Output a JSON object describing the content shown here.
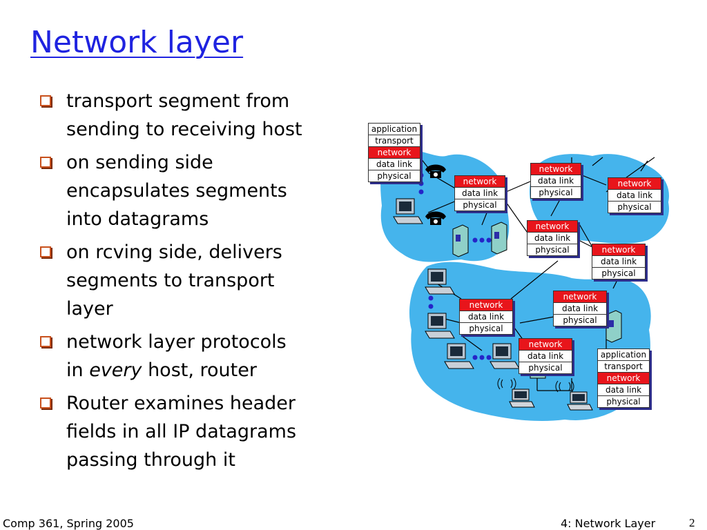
{
  "slide": {
    "title": "Network layer",
    "bullets": [
      {
        "lines": [
          "transport segment from",
          "sending to receiving host"
        ]
      },
      {
        "lines": [
          "on sending side",
          "encapsulates segments",
          "into datagrams"
        ]
      },
      {
        "lines": [
          "on rcving side, delivers",
          "segments to transport",
          "layer"
        ]
      },
      {
        "lines_rich": [
          [
            "network layer protocols"
          ],
          [
            "in ",
            {
              "em": "every"
            },
            " host, router"
          ]
        ]
      },
      {
        "lines": [
          "Router examines header",
          "fields in all IP datagrams",
          "passing through it"
        ]
      }
    ]
  },
  "diagram": {
    "source_host_stack": [
      "application",
      "transport",
      "network",
      "data link",
      "physical"
    ],
    "dest_host_stack": [
      "application",
      "transport",
      "network",
      "data link",
      "physical"
    ],
    "router_stack": [
      "network",
      "data link",
      "physical"
    ]
  },
  "footer": {
    "left": "Comp 361, Spring 2005",
    "right": "4: Network Layer",
    "page_number": "2"
  }
}
